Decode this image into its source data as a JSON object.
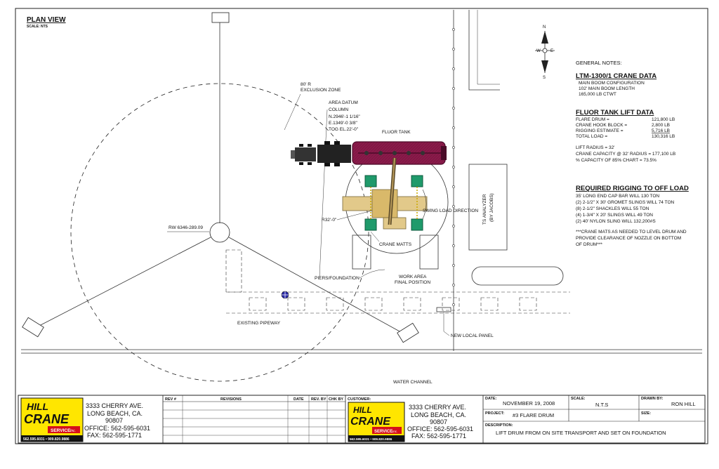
{
  "plan": {
    "title": "PLAN VIEW",
    "scale": "SCALE: NTS"
  },
  "labels": {
    "exclusion_1": "80' R",
    "exclusion_2": "EXCLUSION ZONE",
    "datum_1": "AREA DATUM",
    "datum_2": "COLUMN",
    "datum_3": "N.2946'-1 1/16\"",
    "datum_4": "E.1349'-0 3/8\"",
    "datum_5": "TOG EL.22'-0\"",
    "fluor_tank": "FLUOR TANK",
    "swing": "SWING LOAD DIRECTION",
    "radius": "R32'-0\"",
    "rw": "RW 6346-289.09",
    "crane_matts": "CRANE MATTS",
    "piers": "PIERS/FOUNDATION",
    "work_area_1": "WORK AREA",
    "work_area_2": "FINAL POSITION",
    "ts_analyzer_1": "TS ANALYZER",
    "ts_analyzer_2": "(BY JACOBS)",
    "pipeway": "EXISTING PIPEWAY",
    "local_panel": "NEW LOCAL PANEL",
    "water_channel": "WATER CHANNEL",
    "compass_n": "N",
    "compass_w": "W",
    "compass_e": "E",
    "compass_s": "S"
  },
  "notes": {
    "general": "GENERAL NOTES:",
    "crane_title": "LTM-1300/1 CRANE DATA",
    "crane_lines": [
      "MAIN BOOM CONFIGURATION",
      "102' MAIN BOOM LENGTH",
      "165,000 LB CTWT"
    ],
    "lift_title": "FLUOR TANK LIFT DATA",
    "lift_rows": [
      {
        "label": "FLARE DRUM =",
        "value": "121,800 LB"
      },
      {
        "label": "CRANE HOOK BLOCK =",
        "value": "2,800 LB"
      },
      {
        "label": "RIGGING ESTIMATE =",
        "value": "5,716 LB"
      },
      {
        "label": "TOTAL LOAD =",
        "value": "130,316 LB"
      }
    ],
    "lift_radius": "LIFT RADIUS = 32'",
    "capacity_1": "CRANE CAPACITY @ 32' RADIUS = 177,100 LB",
    "capacity_2": "% CAPACITY OF 85% CHART = 73.5%",
    "rigging_title": "REQUIRED RIGGING TO OFF LOAD",
    "rigging_lines": [
      "35' LONG END CAP BAR WILL 130 TON",
      "(2) 2-1/2\" X 30' GROMET SLINGS WILL 74 TON",
      "(8) 2-1/2\" SHACKLES WILL 55 TON",
      "(4) 1-3/4\" X 20' SLINGS WILL 49 TON",
      "(2) 40' NYLON SLING WILL 132,200#S"
    ],
    "mats_lines": [
      "***CRANE MATS AS NEEDED TO LEVEL DRUM AND",
      "PROVIDE CLEARANCE OF NOZZLE ON BOTTOM",
      "OF DRUM***"
    ]
  },
  "title_block": {
    "logo_1": "HILL",
    "logo_2": "CRANE",
    "logo_3": "SERVICE",
    "logo_3b": "Inc.",
    "logo_phone": "562.595.6031 • 909.820.9886",
    "address_1": "3333 CHERRY AVE.",
    "address_2": "LONG BEACH, CA.",
    "address_3": "90807",
    "office": "OFFICE: 562-595-6031",
    "fax": "FAX: 562-595-1771",
    "rev_no": "REV #",
    "revisions": "REVISIONS",
    "date_col": "DATE",
    "rev_by": "REV. BY",
    "chk_by": "CHK BY",
    "customer": "CUSTOMER:",
    "date_label": "DATE:",
    "date_value": "NOVEMBER 19, 2008",
    "scale_label": "SCALE:",
    "scale_value": "N.T.S",
    "drawn_label": "DRAWN BY:",
    "drawn_value": "RON HILL",
    "project_label": "PROJECT:",
    "project_value": "#3 FLARE DRUM",
    "size_label": "SIZE:",
    "desc_label": "DESCRIPTION:",
    "desc_value": "LIFT DRUM FROM ON SITE TRANSPORT AND SET ON FOUNDATION"
  },
  "colors": {
    "drum": "#8a1a4a",
    "drum_dark": "#4a0b28",
    "crane_body": "#e2c98a",
    "matt_green": "#1f9a6b",
    "logo_yellow": "#ffe600",
    "logo_red": "#d6101a",
    "marker_blue": "#2a2aa6"
  }
}
